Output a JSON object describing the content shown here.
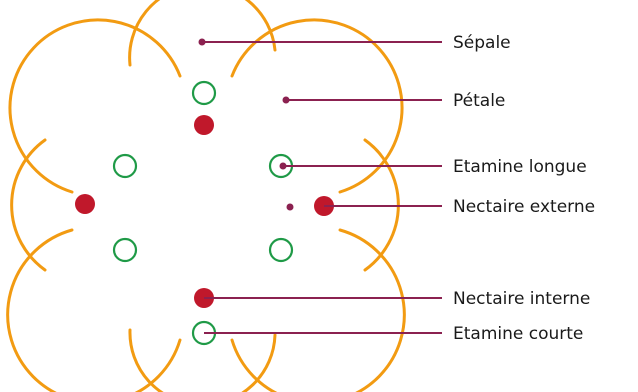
{
  "labels": {
    "sepale": "Sépale",
    "petale": "Pétale",
    "etamine_longue": "Etamine longue",
    "nectaire_externe": "Nectaire externe",
    "nectaire_interne": "Nectaire interne",
    "etamine_courte": "Etamine courte"
  },
  "colors": {
    "outline": "#f29b12",
    "leader": "#8b2150",
    "stamen": "#1f9a47",
    "nectary": "#c0182b",
    "text": "#1a1a1a"
  }
}
